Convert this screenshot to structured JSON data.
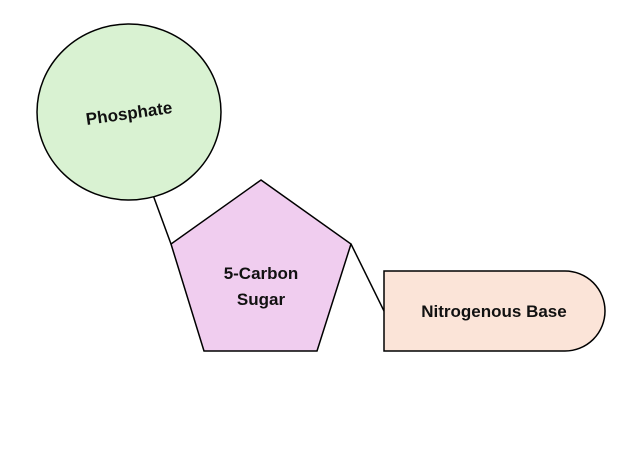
{
  "diagram": {
    "nodes": {
      "phosphate": {
        "label": "Phosphate",
        "fill": "#d9f2d2"
      },
      "sugar": {
        "label_line1": "5-Carbon",
        "label_line2": "Sugar",
        "fill": "#f0cdef"
      },
      "base": {
        "label": "Nitrogenous Base",
        "fill": "#fbe4d8"
      }
    },
    "stroke": "#000000"
  }
}
